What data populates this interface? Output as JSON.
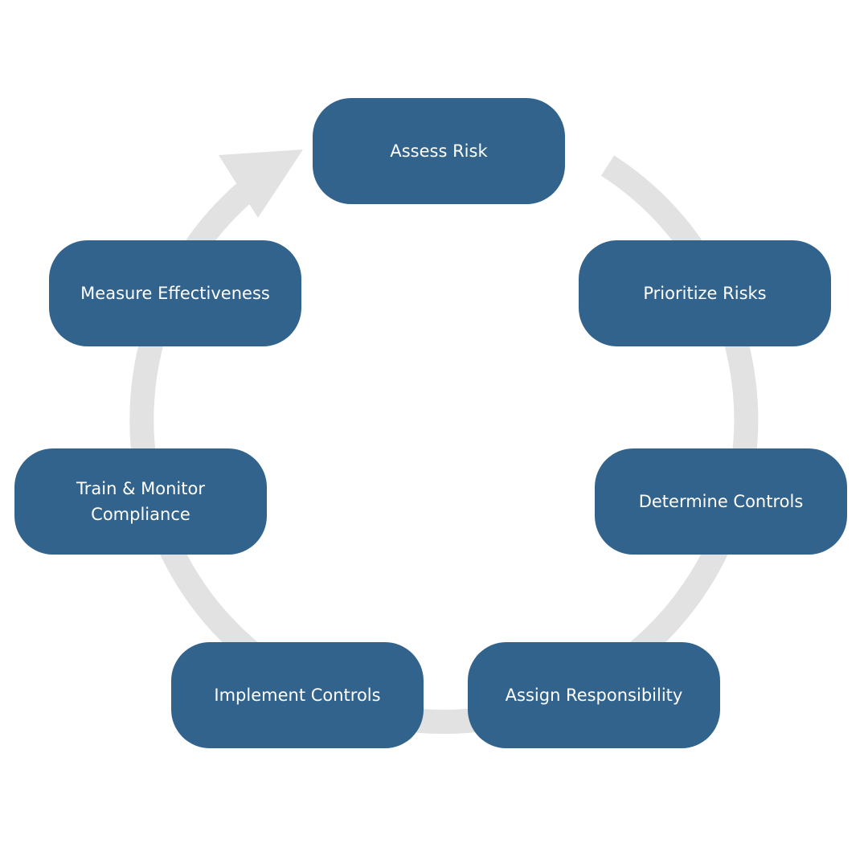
{
  "diagram": {
    "type": "cycle",
    "ring_color": "#e2e2e2",
    "box_color": "#32638c",
    "text_color": "#ffffff",
    "steps": [
      {
        "id": "assess",
        "label": "Assess Risk"
      },
      {
        "id": "prioritize",
        "label": "Prioritize Risks"
      },
      {
        "id": "determine",
        "label": "Determine Controls"
      },
      {
        "id": "assign",
        "label": "Assign Responsibility"
      },
      {
        "id": "implement",
        "label": "Implement Controls"
      },
      {
        "id": "train",
        "label": "Train & Monitor\nCompliance"
      },
      {
        "id": "measure",
        "label": "Measure Effectiveness"
      }
    ]
  }
}
